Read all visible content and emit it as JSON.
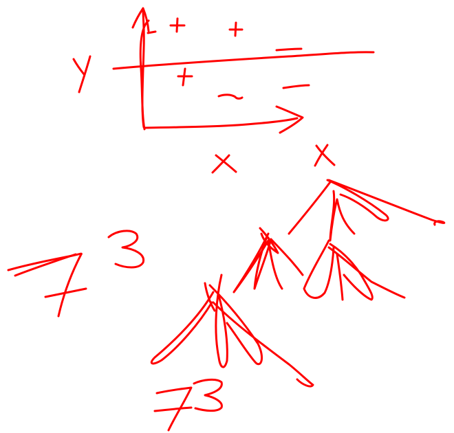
{
  "canvas": {
    "background": "#ffffff",
    "ink_color": "#ff0000"
  },
  "handwriting": {
    "y_axis_label": "y",
    "x_axis_label": "x",
    "x_label_under_tree": "x",
    "plus_sign": "+",
    "minus_sign": "−",
    "number_7": "7",
    "number_3": "3",
    "number_73": "73"
  }
}
